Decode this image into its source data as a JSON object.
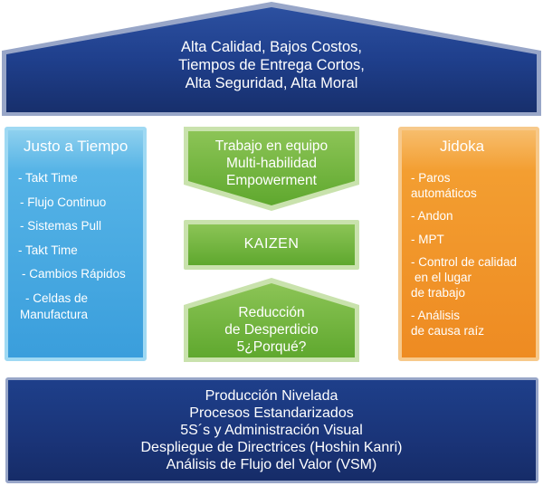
{
  "roof": {
    "lines": [
      "Alta Calidad, Bajos Costos,",
      "Tiempos de Entrega Cortos,",
      "Alta Seguridad, Alta Moral"
    ]
  },
  "left_pillar": {
    "title": "Justo a Tiempo",
    "items": [
      "- Takt Time",
      "- Flujo Continuo",
      "- Sistemas Pull",
      "- Takt Time",
      "- Cambios Rápidos",
      "- Celdas de",
      "Manufactura"
    ]
  },
  "center": {
    "top_lines": [
      "Trabajo en equipo",
      "Multi-habilidad",
      "Empowerment"
    ],
    "middle_label": "KAIZEN",
    "bottom_lines": [
      "Reducción",
      "de Desperdicio",
      "5¿Porqué?"
    ]
  },
  "right_pillar": {
    "title": "Jidoka",
    "items": [
      "- Paros",
      "automáticos",
      "- Andon",
      "- MPT",
      "- Control de calidad",
      "en el lugar",
      "de trabajo",
      "- Análisis",
      "de causa raíz"
    ]
  },
  "base": {
    "lines": [
      "Producción Nivelada",
      "Procesos Estandarizados",
      "5S´s y Administración Visual",
      "Despliegue de Directrices (Hoshin Kanri)",
      "Análisis de Flujo del Valor (VSM)"
    ]
  },
  "colors": {
    "navy": "#1c3a82",
    "blue_pillar": "#3a9edc",
    "orange_pillar": "#ee8b22",
    "green_box": "#6fb33a"
  }
}
